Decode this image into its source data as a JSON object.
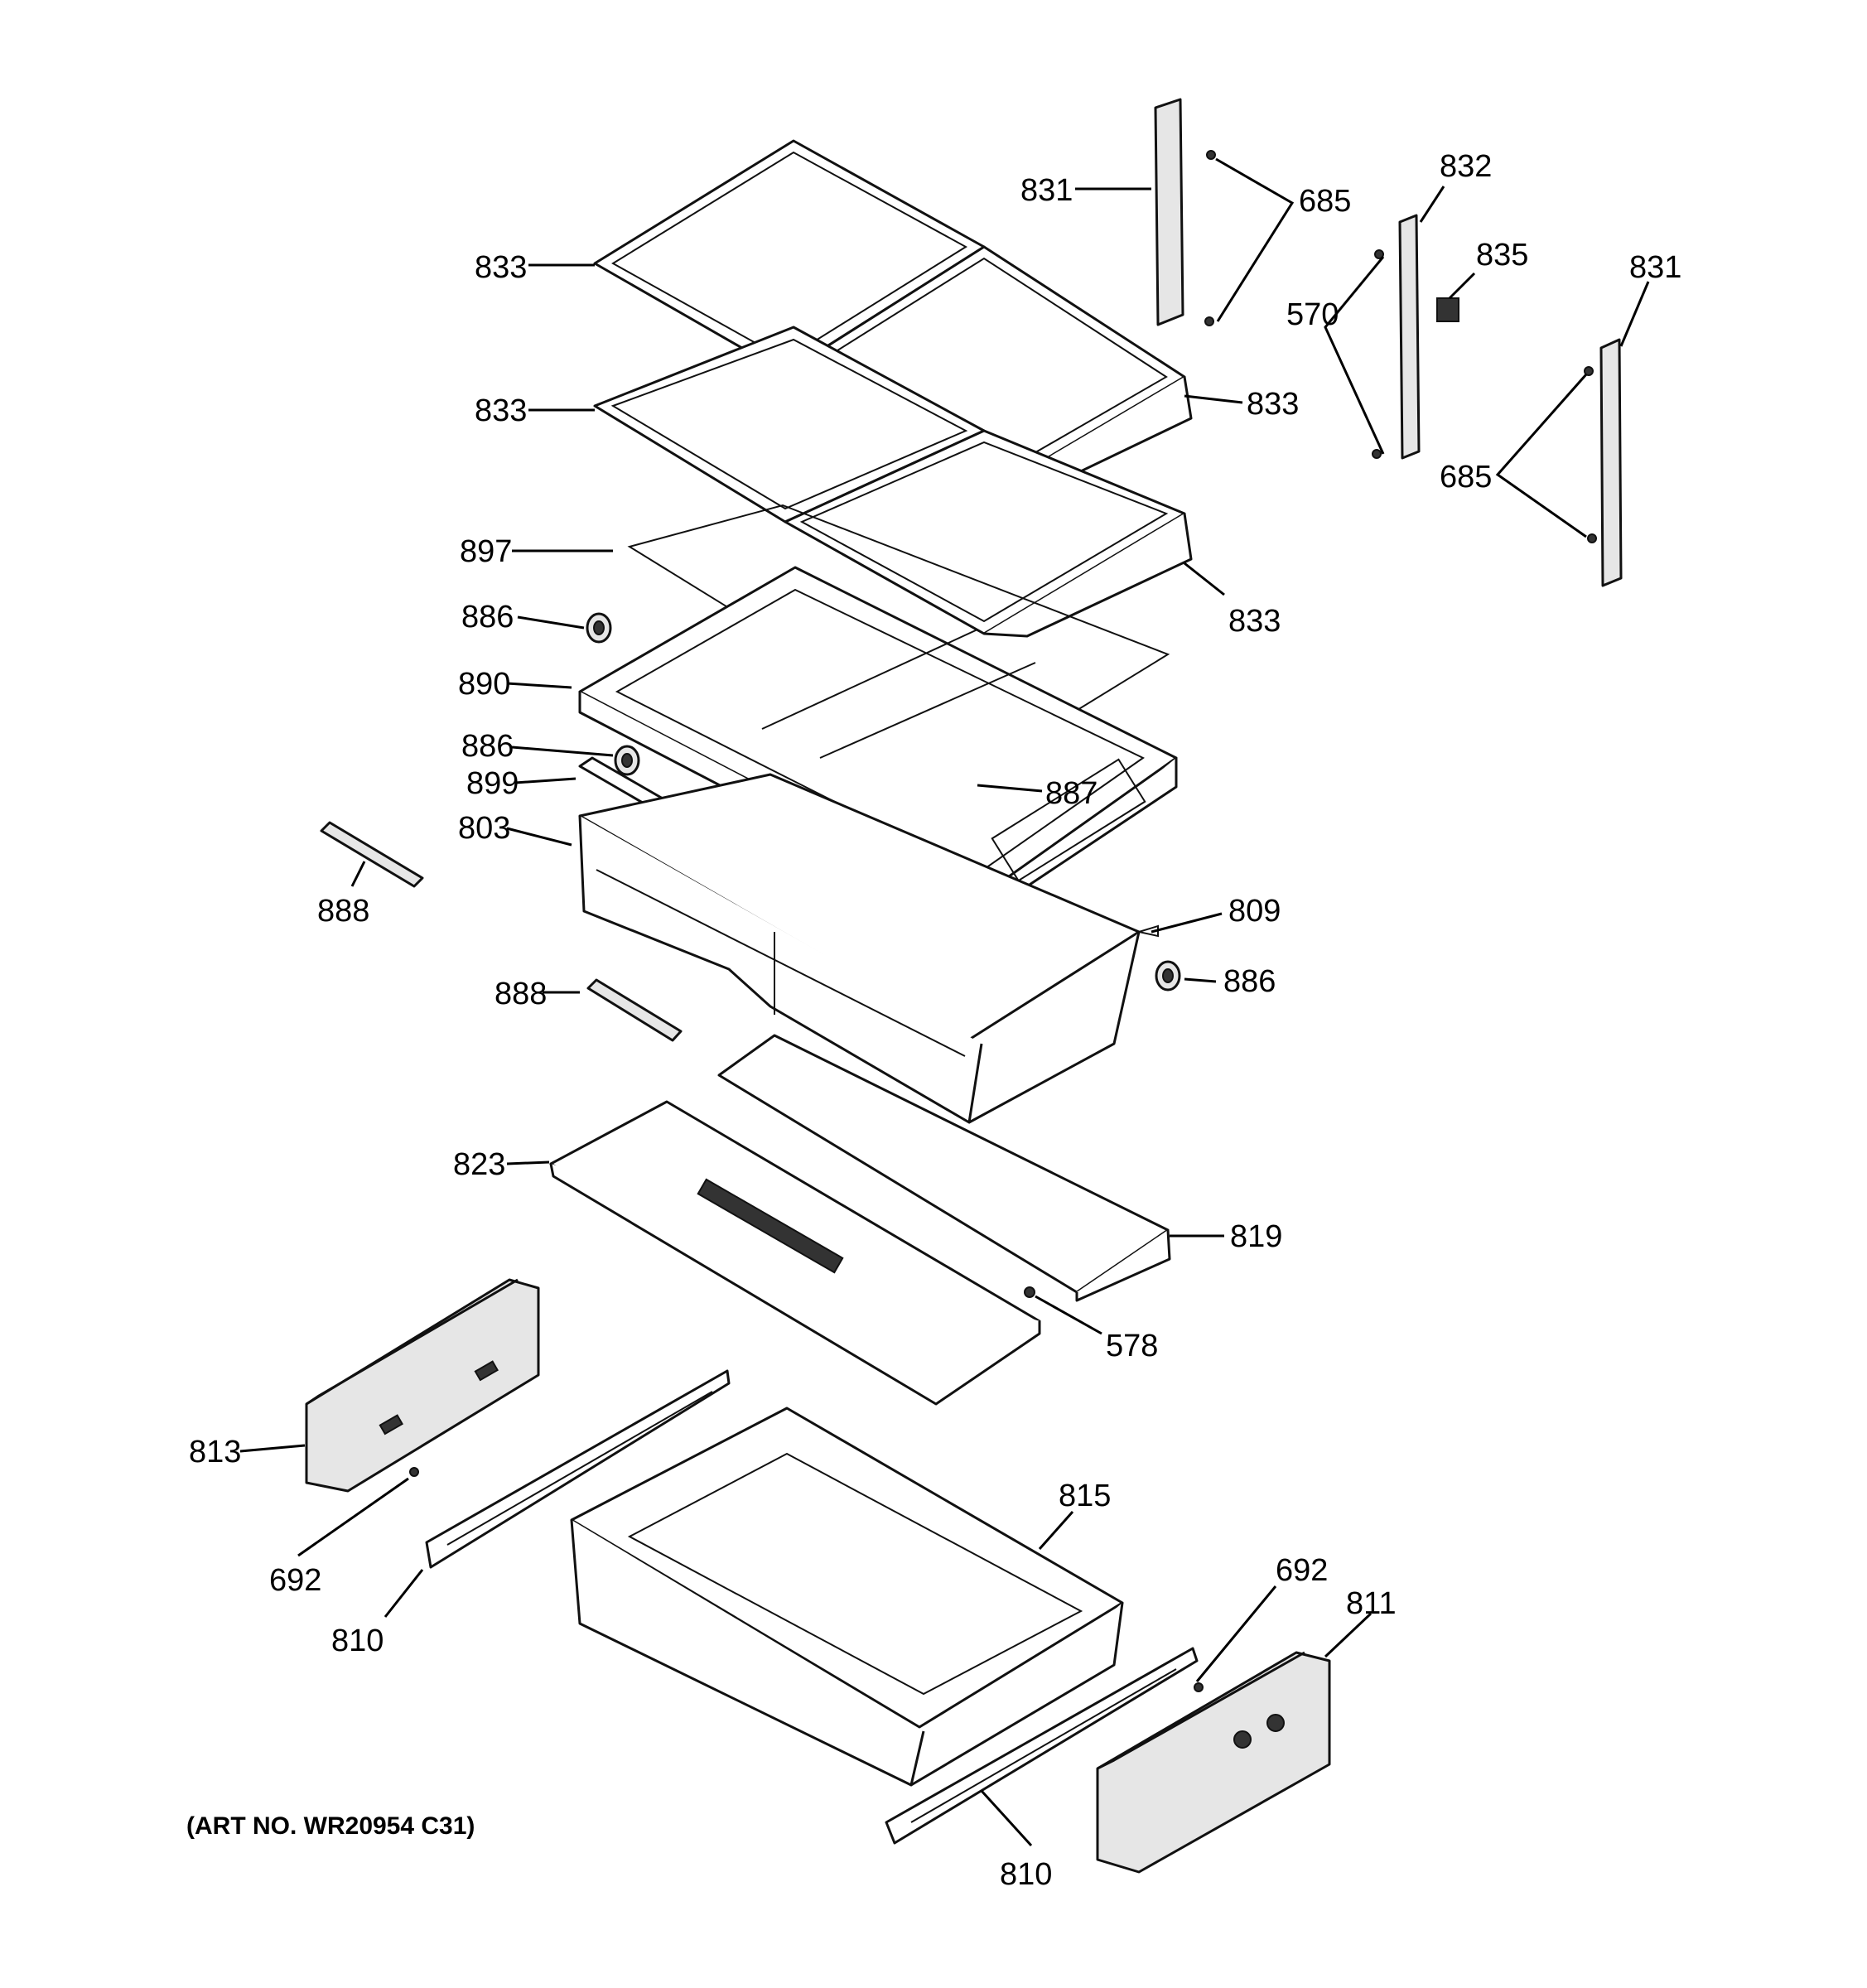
{
  "callouts": {
    "c831a": "831",
    "c685a": "685",
    "c832": "832",
    "c835": "835",
    "c831b": "831",
    "c570": "570",
    "c685b": "685",
    "c833a": "833",
    "c833b": "833",
    "c833c": "833",
    "c833d": "833",
    "c897": "897",
    "c886a": "886",
    "c890": "890",
    "c886b": "886",
    "c899": "899",
    "c887": "887",
    "c803": "803",
    "c888a": "888",
    "c809": "809",
    "c888b": "888",
    "c886c": "886",
    "c823": "823",
    "c819": "819",
    "c578": "578",
    "c813": "813",
    "c815": "815",
    "c692a": "692",
    "c810a": "810",
    "c692b": "692",
    "c811": "811",
    "c810b": "810"
  },
  "art_number": "(ART NO. WR20954 C31)"
}
